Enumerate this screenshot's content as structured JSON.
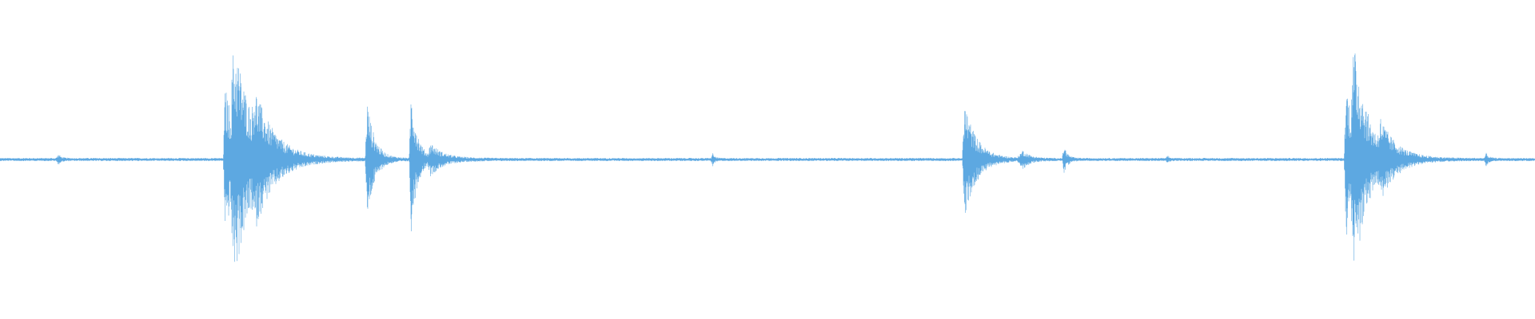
{
  "waveform": {
    "color": "#5DA8E1",
    "background": "#ffffff",
    "duration_units": 1568,
    "baseline_noise": 0.012,
    "events": [
      {
        "t": 60,
        "peak": 0.03,
        "decay": 8,
        "attack": 3
      },
      {
        "t": 230,
        "peak": 0.55,
        "decay": 40,
        "attack": 2
      },
      {
        "t": 238,
        "peak": 0.7,
        "decay": 60,
        "attack": 2
      },
      {
        "t": 260,
        "peak": 0.25,
        "decay": 60,
        "attack": 3
      },
      {
        "t": 375,
        "peak": 0.45,
        "decay": 22,
        "attack": 2
      },
      {
        "t": 420,
        "peak": 0.55,
        "decay": 18,
        "attack": 2
      },
      {
        "t": 440,
        "peak": 0.1,
        "decay": 40,
        "attack": 3
      },
      {
        "t": 728,
        "peak": 0.04,
        "decay": 6,
        "attack": 2
      },
      {
        "t": 985,
        "peak": 0.45,
        "decay": 35,
        "attack": 2
      },
      {
        "t": 1045,
        "peak": 0.06,
        "decay": 20,
        "attack": 6
      },
      {
        "t": 1087,
        "peak": 0.1,
        "decay": 10,
        "attack": 2
      },
      {
        "t": 1193,
        "peak": 0.02,
        "decay": 5,
        "attack": 2
      },
      {
        "t": 1375,
        "peak": 0.6,
        "decay": 30,
        "attack": 2
      },
      {
        "t": 1382,
        "peak": 0.72,
        "decay": 45,
        "attack": 2
      },
      {
        "t": 1410,
        "peak": 0.18,
        "decay": 50,
        "attack": 3
      },
      {
        "t": 1518,
        "peak": 0.04,
        "decay": 8,
        "attack": 2
      }
    ]
  }
}
